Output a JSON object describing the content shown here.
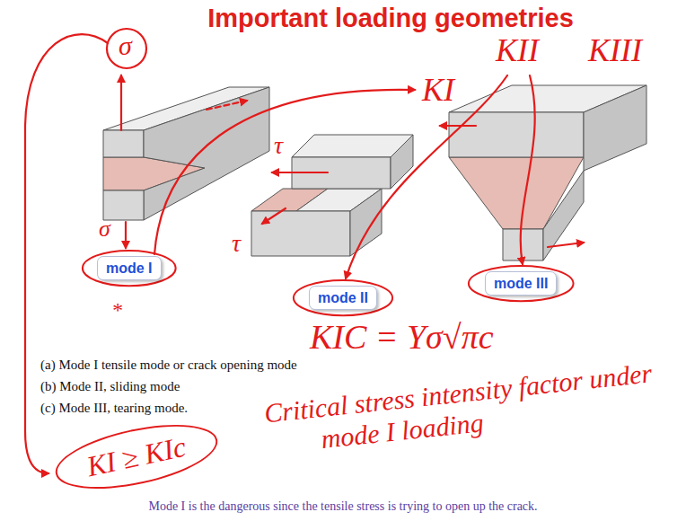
{
  "diagram": {
    "title": "Important loading geometries",
    "caption": "Mode I is the dangerous since the tensile stress is trying to open up the crack.",
    "nodes": [
      {
        "text": [
          "mode I"
        ]
      },
      {
        "text": [
          "mode II"
        ]
      },
      {
        "text": [
          "mode III"
        ]
      },
      {
        "text": [
          "KI ≥ KIc"
        ]
      }
    ],
    "labels": [
      "σ",
      "σ",
      "τ",
      "τ",
      "KI",
      "KII",
      "KIII",
      "*",
      "(a) Mode I tensile mode or crack opening mode",
      "(b) Mode II, sliding mode",
      "(c) Mode III, tearing mode.",
      "KIC = Yσ√πc",
      "Critical stress intensity factor under mode I loading"
    ]
  }
}
